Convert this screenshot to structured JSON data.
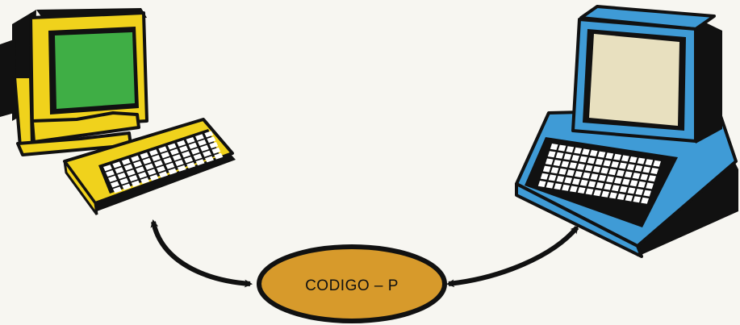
{
  "diagram": {
    "center_node": {
      "label": "CODIGO – P",
      "fill": "#d79a2b"
    },
    "left_computer": {
      "body_color": "#f0d21c",
      "screen_color": "#3fae45",
      "icon": "desktop-computer-with-separate-keyboard-icon"
    },
    "right_computer": {
      "body_color": "#3f9bd6",
      "screen_color": "#e8e0bf",
      "icon": "all-in-one-computer-with-built-in-keyboard-icon"
    },
    "connections": [
      {
        "from": "left_computer",
        "to": "center_node",
        "direction": "bidirectional"
      },
      {
        "from": "right_computer",
        "to": "center_node",
        "direction": "bidirectional"
      }
    ]
  }
}
